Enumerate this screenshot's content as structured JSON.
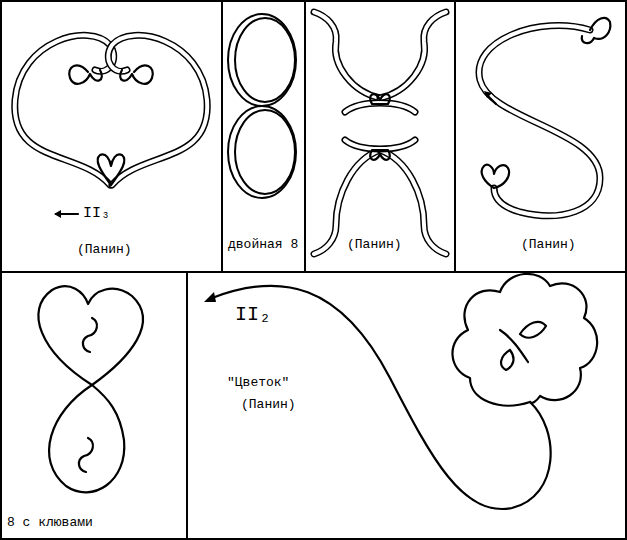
{
  "diagram": {
    "labels": [
      "II₃",
      "(Панин)",
      "двойная 8",
      "(Панин)",
      "(Панин)",
      "8 с клювами",
      "II₂",
      "\"Цветок\"",
      "(Панин)"
    ]
  }
}
